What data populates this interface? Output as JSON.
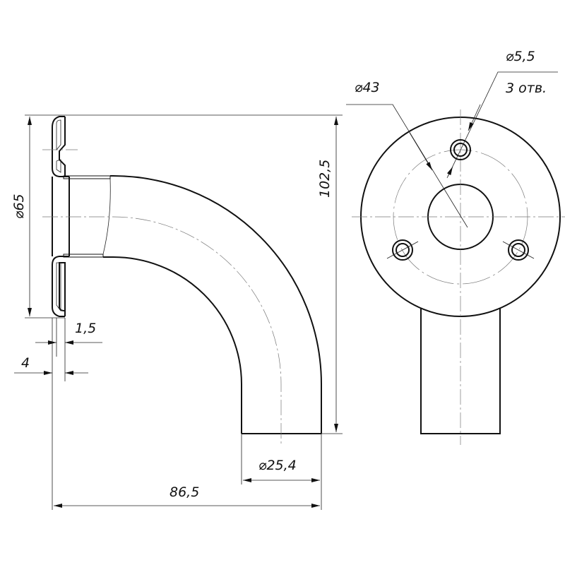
{
  "drawing": {
    "colors": {
      "line": "#111111",
      "centerline": "#777777",
      "background": "#ffffff"
    },
    "dimensions": {
      "flange_diameter": "⌀65",
      "height": "102,5",
      "width": "86,5",
      "tube_diameter": "⌀25,4",
      "wall_thickness": "1,5",
      "flange_thickness": "4",
      "bolt_circle_diameter": "⌀43",
      "hole_diameter": "⌀5,5",
      "hole_count": "3 отв."
    }
  }
}
